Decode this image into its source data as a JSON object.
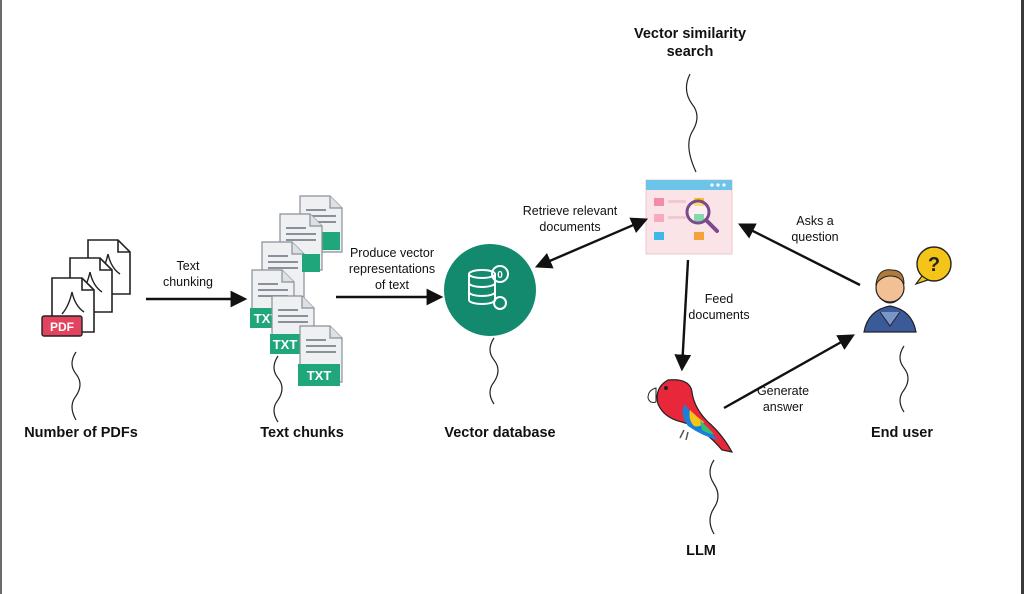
{
  "colors": {
    "pdf_red": "#e2435e",
    "txt_green": "#1fa67a",
    "db_teal": "#138a6e",
    "window_bar": "#6cc4e8",
    "parrot_red": "#e8283a",
    "skin": "#f2c094",
    "user_shirt": "#3b5a9a",
    "question_yellow": "#f5c419"
  },
  "nodes": {
    "pdfs": {
      "label": "Number of PDFs",
      "badge": "PDF"
    },
    "chunks": {
      "label": "Text chunks",
      "badge": "TXT"
    },
    "vector_db": {
      "label": "Vector database"
    },
    "similarity": {
      "label_line1": "Vector similarity",
      "label_line2": "search"
    },
    "llm": {
      "label": "LLM"
    },
    "end_user": {
      "label": "End user",
      "question_mark": "?"
    }
  },
  "edges": {
    "text_chunking": {
      "line1": "Text",
      "line2": "chunking"
    },
    "produce_vectors": {
      "line1": "Produce vector",
      "line2": "representations",
      "line3": "of text"
    },
    "retrieve": {
      "line1": "Retrieve relevant",
      "line2": "documents"
    },
    "asks": {
      "line1": "Asks a",
      "line2": "question"
    },
    "feed": {
      "line1": "Feed",
      "line2": "documents"
    },
    "generate": {
      "line1": "Generate",
      "line2": "answer"
    }
  }
}
